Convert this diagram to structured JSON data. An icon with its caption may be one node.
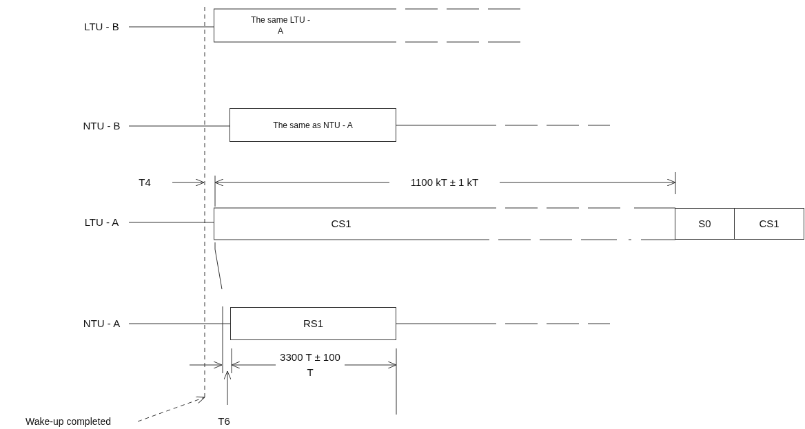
{
  "diagram": {
    "nodes": [
      {
        "text": [
          "LTU - B"
        ]
      },
      {
        "text": [
          "The same LTU - A"
        ]
      },
      {
        "text": [
          "NTU - B"
        ]
      },
      {
        "text": [
          "The same as NTU - A"
        ]
      },
      {
        "text": [
          "LTU - A"
        ]
      },
      {
        "text": [
          "CS1"
        ]
      },
      {
        "text": [
          "S0"
        ]
      },
      {
        "text": [
          "CS1"
        ]
      },
      {
        "text": [
          "NTU - A"
        ]
      },
      {
        "text": [
          "RS1"
        ]
      },
      {
        "text": [
          "Wake-up completed"
        ]
      }
    ],
    "edges": [
      {
        "from": 0,
        "to": 1,
        "arrow": "none"
      },
      {
        "from": 2,
        "to": 3,
        "arrow": "none"
      },
      {
        "from": 4,
        "to": 5,
        "arrow": "none"
      },
      {
        "from": 8,
        "to": 9,
        "arrow": "none"
      },
      {
        "from": 10,
        "to": null,
        "arrow": "to",
        "style": "dashed"
      }
    ],
    "labels": [
      "T4",
      "1100 kT ± 1 kT",
      "3300 T ± 100 T",
      "T6"
    ]
  }
}
